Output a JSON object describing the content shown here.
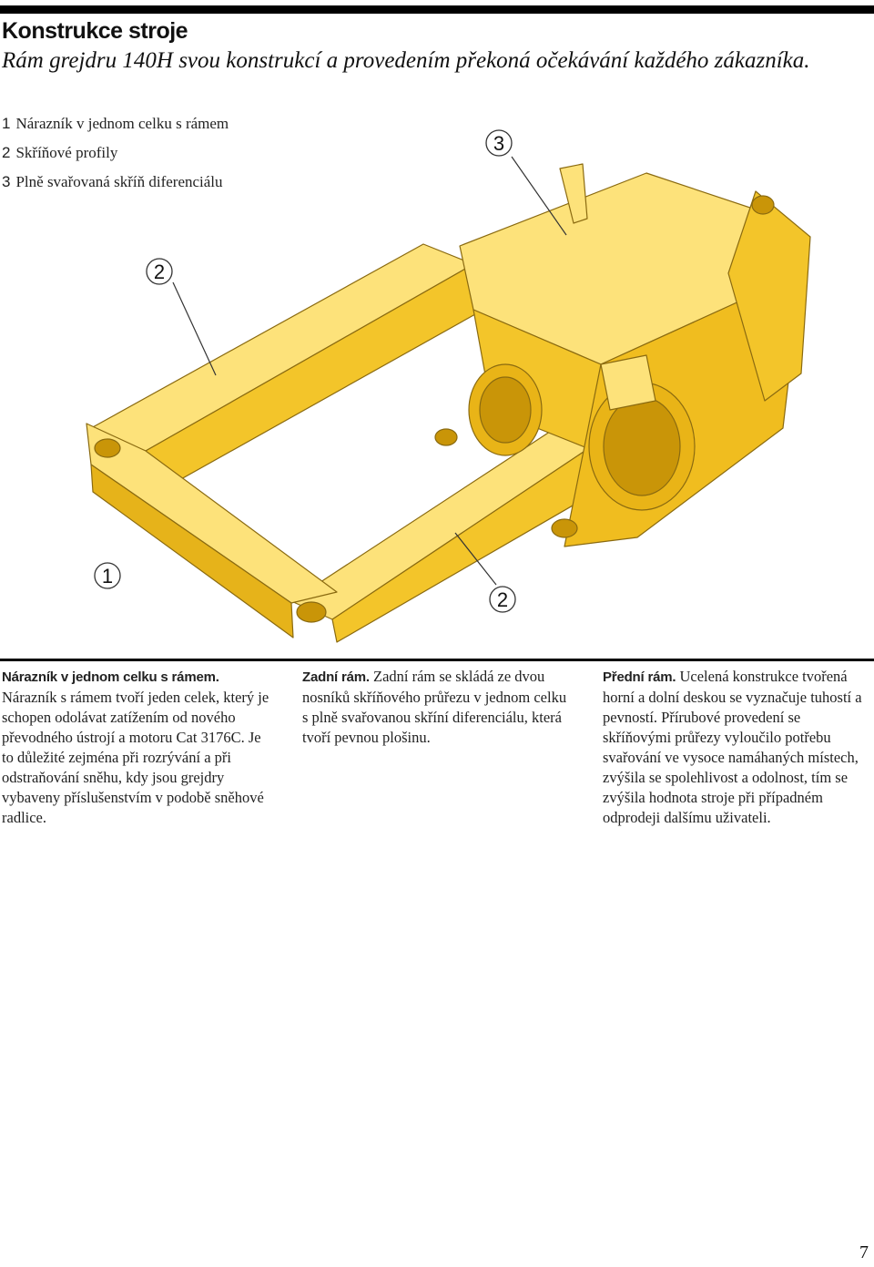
{
  "header": {
    "title": "Konstrukce stroje",
    "subtitle": "Rám grejdru 140H svou konstrukcí a provedením překoná očekávání každého zákazníka."
  },
  "legend": [
    {
      "num": "1",
      "label": "Nárazník v jednom celku s rámem"
    },
    {
      "num": "2",
      "label": "Skříňové profily"
    },
    {
      "num": "3",
      "label": "Plně svařovaná skříň diferenciálu"
    }
  ],
  "illustration": {
    "callouts": [
      "3",
      "2",
      "1",
      "2"
    ],
    "colors": {
      "frame": "#f3c52a",
      "frame_light": "#fde27a",
      "frame_dark": "#c99508",
      "outline": "#8a6a10"
    }
  },
  "columns": [
    {
      "lead": "Nárazník v jednom celku s rámem.",
      "text": " Nárazník s rámem tvoří jeden celek, který je schopen odolávat zatížením od nového převodného ústrojí a motoru Cat 3176C. Je to důležité zejména při rozrývání a při odstraňování sněhu, kdy jsou grejdry vybaveny příslušenstvím v podobě sněhové radlice."
    },
    {
      "lead": "Zadní rám.",
      "text": " Zadní rám se skládá ze dvou nosníků skříňového průřezu v jednom celku s plně svařovanou skříní diferenciálu, která tvoří pevnou plošinu."
    },
    {
      "lead": "Přední rám.",
      "text": " Ucelená konstrukce tvořená horní a dolní deskou se vyznačuje tuhostí a pevností. Přírubové provedení se skříňovými průřezy vyloučilo potřebu svařování ve vysoce namáhaných místech, zvýšila se spolehlivost a odolnost, tím se zvýšila hodnota stroje při případném odprodeji dalšímu uživateli."
    }
  ],
  "footer": {
    "page_number": "7"
  }
}
